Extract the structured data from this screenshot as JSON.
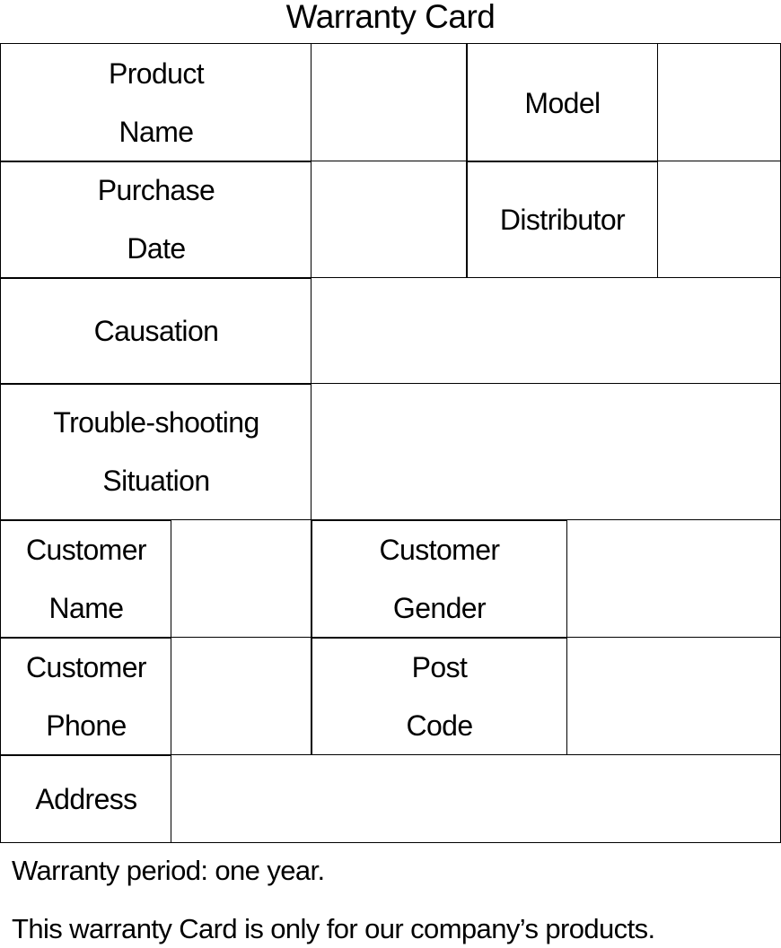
{
  "document": {
    "title": "Warranty Card"
  },
  "form": {
    "product_name": {
      "label_line1": "Product",
      "label_line2": "Name",
      "value": ""
    },
    "model": {
      "label": "Model",
      "value": ""
    },
    "purchase_date": {
      "label_line1": "Purchase",
      "label_line2": "Date",
      "value": ""
    },
    "distributor": {
      "label": "Distributor",
      "value": ""
    },
    "causation": {
      "label": "Causation",
      "value": ""
    },
    "troubleshooting": {
      "label_line1": "Trouble-shooting",
      "label_line2": "Situation",
      "value": ""
    },
    "customer_name": {
      "label_line1": "Customer",
      "label_line2": "Name",
      "value": ""
    },
    "customer_gender": {
      "label_line1": "Customer",
      "label_line2": "Gender",
      "value": ""
    },
    "customer_phone": {
      "label_line1": "Customer",
      "label_line2": "Phone",
      "value": ""
    },
    "post_code": {
      "label_line1": "Post",
      "label_line2": "Code",
      "value": ""
    },
    "address": {
      "label": "Address",
      "value": ""
    }
  },
  "notes": {
    "period": "Warranty period: one year.",
    "scope": "This warranty Card is only for our company’s products."
  }
}
